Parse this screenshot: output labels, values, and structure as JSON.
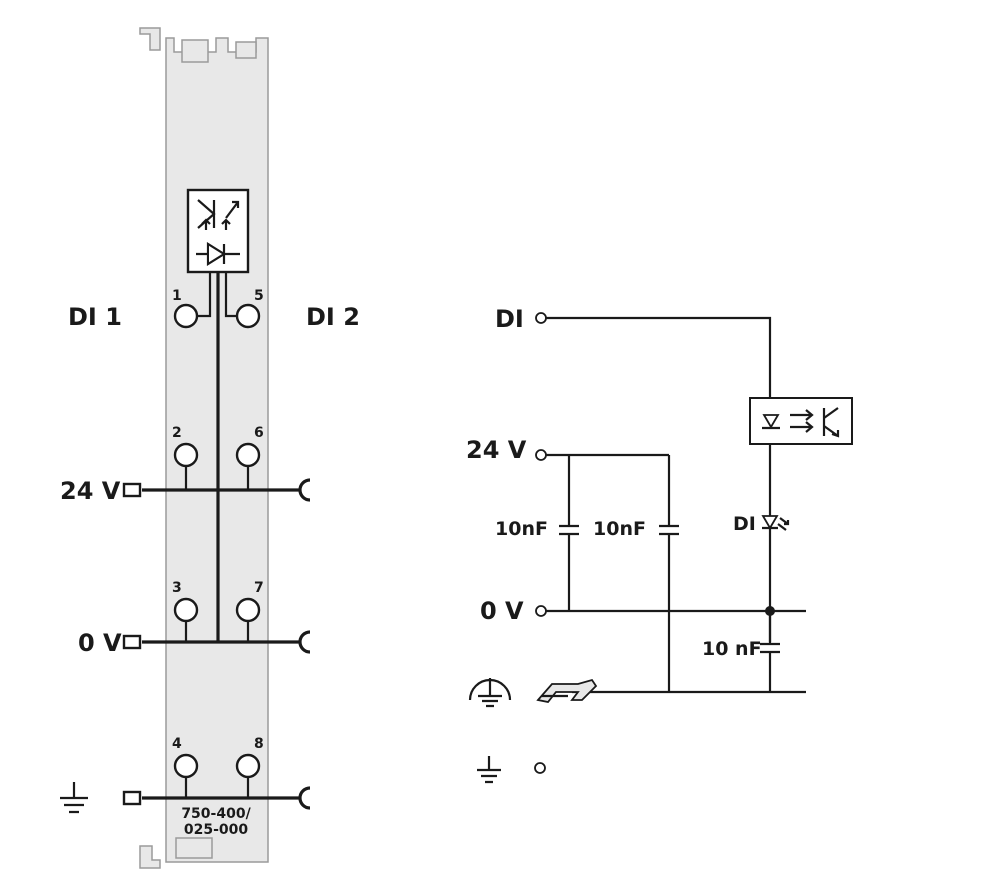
{
  "module": {
    "left_label": "DI 1",
    "right_label": "DI 2",
    "terminal_numbers": [
      "1",
      "5",
      "2",
      "6",
      "3",
      "7",
      "4",
      "8"
    ],
    "supply_24v": "24 V",
    "supply_0v": "0 V",
    "part_line_1": "750-400/",
    "part_line_2": "025-000"
  },
  "schematic": {
    "di_label": "DI",
    "v24_label": "24 V",
    "v0_label": "0 V",
    "cap_label_1": "10nF",
    "cap_label_2": "10nF",
    "cap_label_3": "10 nF",
    "led_label": "DI"
  },
  "colors": {
    "line": "#1a1a1a",
    "module_body": "#e8e8e8",
    "module_outline": "#9a9a9a",
    "background": "#ffffff"
  },
  "icons": [
    "protective-earth-icon",
    "din-rail-icon",
    "ground-icon",
    "optocoupler-icon",
    "capacitor-icon",
    "led-icon"
  ]
}
